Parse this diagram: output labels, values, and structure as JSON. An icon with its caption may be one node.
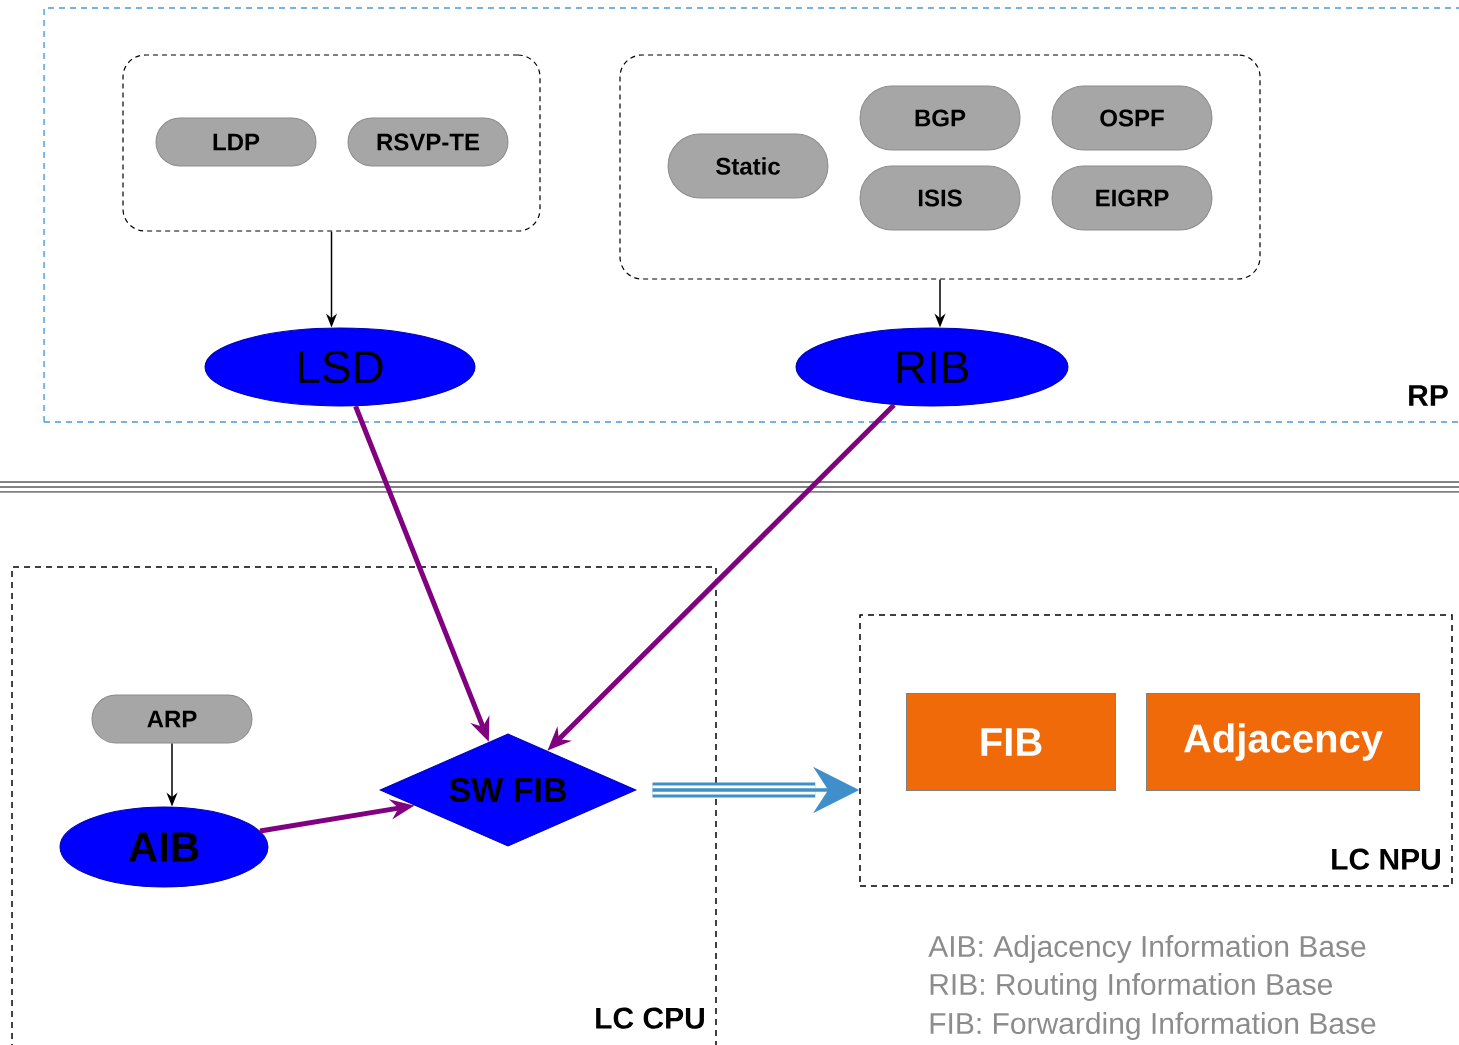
{
  "diagram": {
    "nodes": [
      {
        "text": [
          "RP"
        ]
      },
      {
        "text": [],
        "shape": "box",
        "in": 0
      },
      {
        "text": [
          "LDP"
        ],
        "in": 1
      },
      {
        "text": [
          "RSVP-TE"
        ],
        "in": 1
      },
      {
        "text": [],
        "shape": "box",
        "in": 0
      },
      {
        "text": [
          "Static"
        ],
        "in": 4
      },
      {
        "text": [
          "BGP"
        ],
        "in": 4
      },
      {
        "text": [
          "OSPF"
        ],
        "in": 4
      },
      {
        "text": [
          "ISIS"
        ],
        "in": 4
      },
      {
        "text": [
          "EIGRP"
        ],
        "in": 4
      },
      {
        "text": [
          "LSD"
        ],
        "in": 0
      },
      {
        "text": [
          "RIB"
        ],
        "in": 0
      },
      {
        "text": [
          "LC CPU"
        ]
      },
      {
        "text": [
          "ARP"
        ],
        "in": 12
      },
      {
        "text": [
          "AIB"
        ],
        "in": 12
      },
      {
        "text": [
          "SW FIB"
        ],
        "in": 12
      },
      {
        "text": [
          "LC NPU"
        ]
      },
      {
        "text": [
          "FIB"
        ],
        "in": 16
      },
      {
        "text": [
          "Adjacency"
        ],
        "in": 16
      }
    ],
    "edges": [
      {
        "from": 1,
        "to": 10,
        "arrow": "to"
      },
      {
        "from": 4,
        "to": 11,
        "arrow": "to"
      },
      {
        "from": 10,
        "to": 15,
        "arrow": "to",
        "color": "#800080"
      },
      {
        "from": 11,
        "to": 15,
        "arrow": "to",
        "color": "#800080"
      },
      {
        "from": 13,
        "to": 14,
        "arrow": "to"
      },
      {
        "from": 14,
        "to": 15,
        "arrow": "to",
        "color": "#800080"
      },
      {
        "from": 15,
        "to": 16,
        "arrow": "to",
        "color": "#3f8fca"
      }
    ],
    "labels": [
      "AIB: Adjacency Information Base",
      "RIB: Routing Information Base",
      "FIB: Forwarding Information Base"
    ]
  }
}
